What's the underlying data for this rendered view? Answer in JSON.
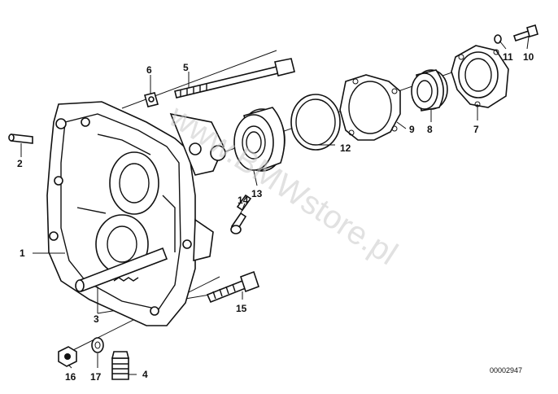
{
  "watermark": "www.BMWstore.pl",
  "diagram_code": "00002947",
  "callouts": [
    "1",
    "2",
    "3",
    "4",
    "5",
    "6",
    "7",
    "8",
    "9",
    "10",
    "11",
    "12",
    "13",
    "14",
    "15",
    "16",
    "17"
  ]
}
